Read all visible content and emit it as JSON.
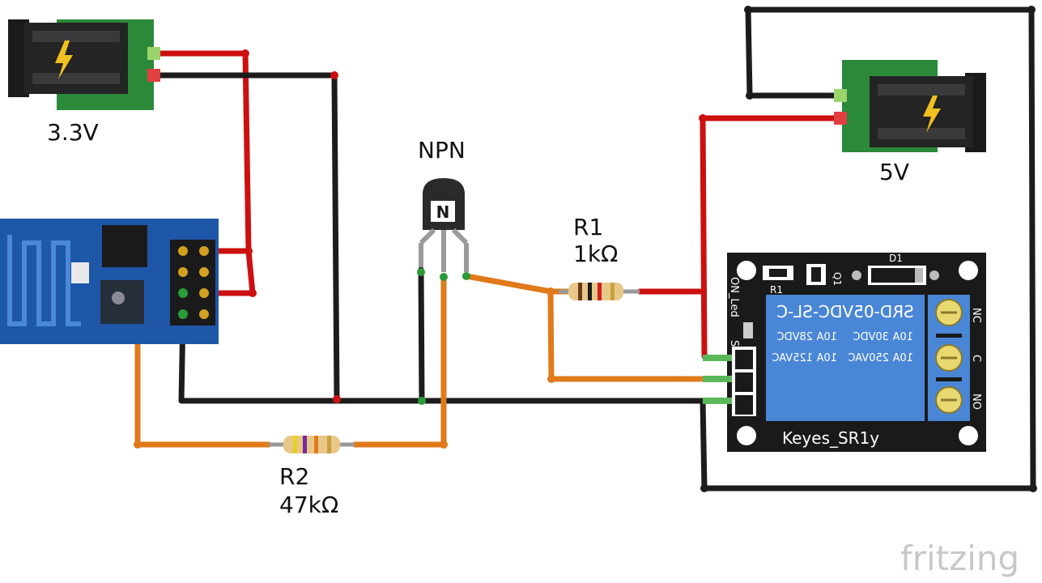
{
  "labels": {
    "supply_left": "3.3V",
    "supply_right": "5V",
    "transistor": "NPN",
    "r1_name": "R1",
    "r1_value": "1kΩ",
    "r2_name": "R2",
    "r2_value": "47kΩ",
    "watermark": "fritzing"
  },
  "relay": {
    "name": "Keyes_SR1y",
    "model": "SRD-05VDC-SL-C",
    "rating_row1": [
      "10A",
      "30VDC",
      "10A",
      "28VDC"
    ],
    "rating_row2": [
      "10A",
      "250VAC",
      "10A",
      "125VAC"
    ],
    "terminals": [
      "NC",
      "C",
      "NO"
    ],
    "board_labels": {
      "on_led": "ON_Led",
      "s_pin": "S",
      "d1": "D1",
      "q1": "Q1",
      "r1": "R1"
    }
  },
  "colors": {
    "wire_power": "#cc1010",
    "wire_ground": "#1c1c1c",
    "wire_signal": "#e07a1a",
    "relay_board": "#1a1a1a",
    "relay_body": "#4a86d6",
    "esp_board": "#1e56a8",
    "jack_board": "#2a8a3a"
  }
}
